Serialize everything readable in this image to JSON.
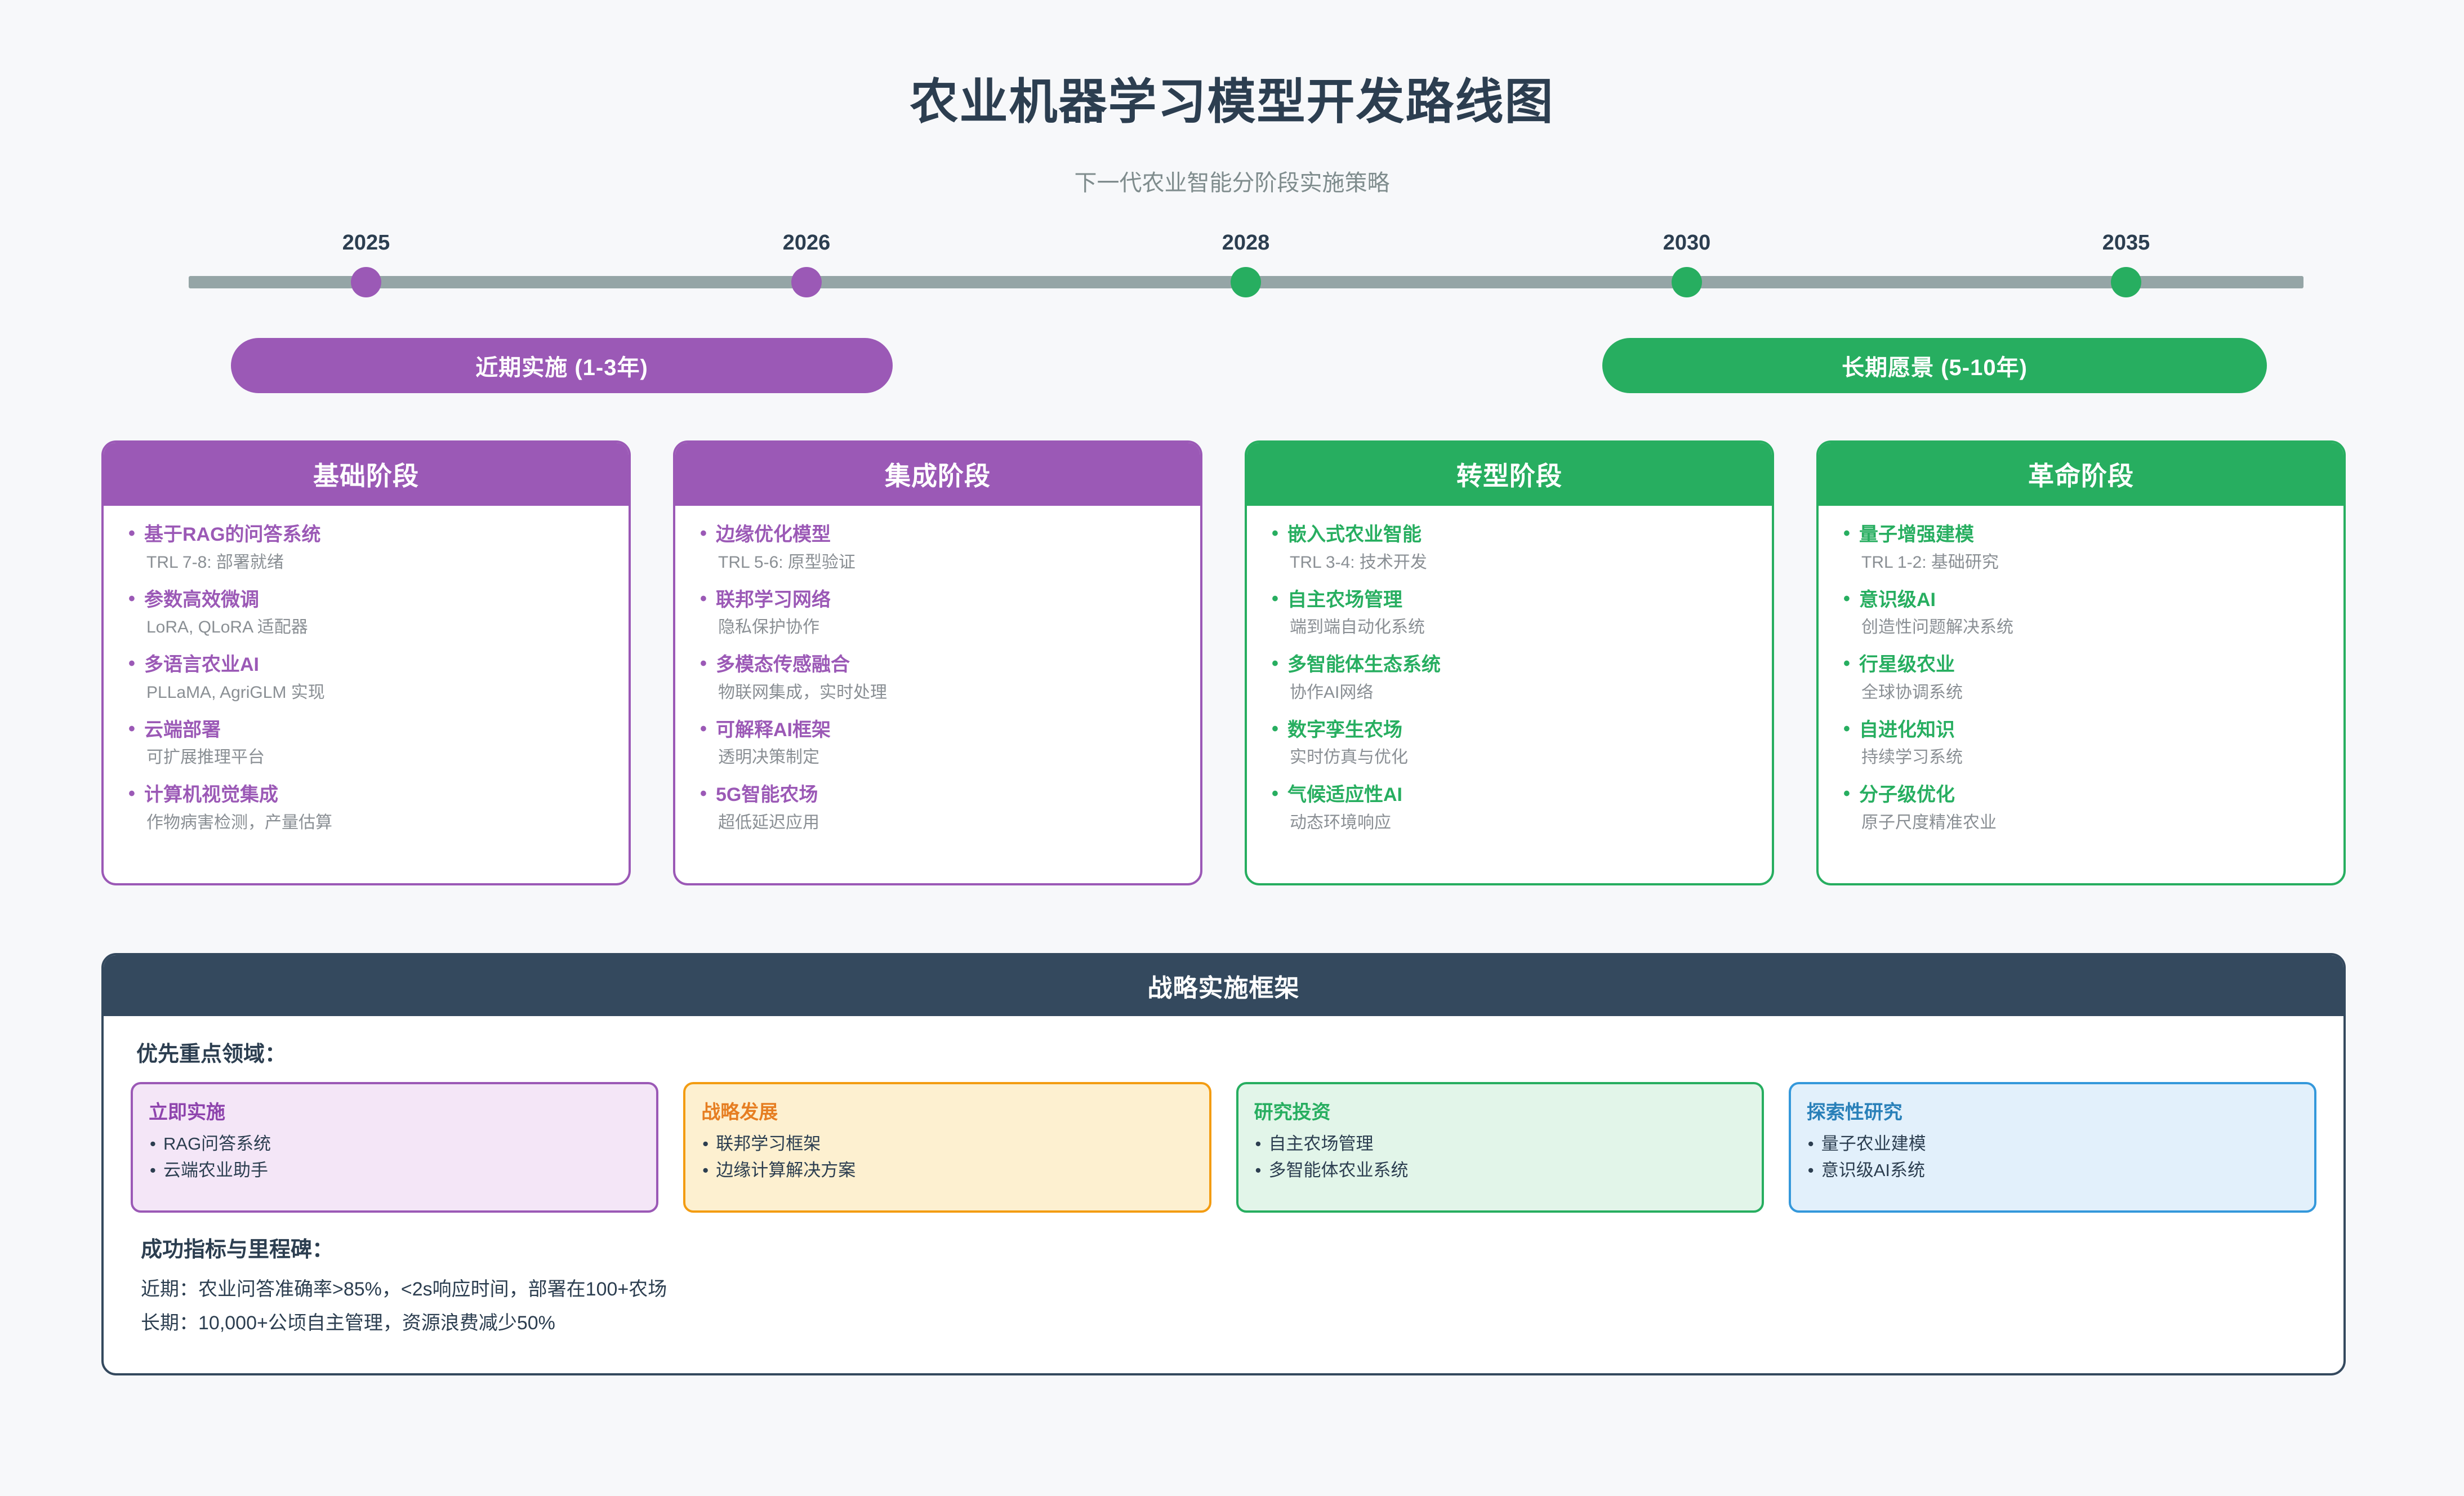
{
  "header": {
    "title": "农业机器学习模型开发路线图",
    "subtitle": "下一代农业智能分阶段实施策略"
  },
  "colors": {
    "purple": "#9b59b6",
    "green": "#27ae60",
    "dark": "#34495e",
    "line": "#95a5a6",
    "background": "#f7f8fa"
  },
  "timeline": {
    "markers": [
      {
        "year": "2025",
        "color": "#9b59b6"
      },
      {
        "year": "2026",
        "color": "#9b59b6"
      },
      {
        "year": "2028",
        "color": "#27ae60"
      },
      {
        "year": "2030",
        "color": "#27ae60"
      },
      {
        "year": "2035",
        "color": "#27ae60"
      }
    ],
    "pills": [
      {
        "label": "近期实施 (1-3年)",
        "color": "#9b59b6"
      },
      {
        "label": "长期愿景 (5-10年)",
        "color": "#27ae60"
      }
    ]
  },
  "phases": [
    {
      "title": "基础阶段",
      "color": "#9b59b6",
      "items": [
        {
          "title": "基于RAG的问答系统",
          "sub": "TRL 7-8: 部署就绪"
        },
        {
          "title": "参数高效微调",
          "sub": "LoRA, QLoRA 适配器"
        },
        {
          "title": "多语言农业AI",
          "sub": "PLLaMA, AgriGLM 实现"
        },
        {
          "title": "云端部署",
          "sub": "可扩展推理平台"
        },
        {
          "title": "计算机视觉集成",
          "sub": "作物病害检测，产量估算"
        }
      ]
    },
    {
      "title": "集成阶段",
      "color": "#9b59b6",
      "items": [
        {
          "title": "边缘优化模型",
          "sub": "TRL 5-6: 原型验证"
        },
        {
          "title": "联邦学习网络",
          "sub": "隐私保护协作"
        },
        {
          "title": "多模态传感融合",
          "sub": "物联网集成，实时处理"
        },
        {
          "title": "可解释AI框架",
          "sub": "透明决策制定"
        },
        {
          "title": "5G智能农场",
          "sub": "超低延迟应用"
        }
      ]
    },
    {
      "title": "转型阶段",
      "color": "#27ae60",
      "items": [
        {
          "title": "嵌入式农业智能",
          "sub": "TRL 3-4: 技术开发"
        },
        {
          "title": "自主农场管理",
          "sub": "端到端自动化系统"
        },
        {
          "title": "多智能体生态系统",
          "sub": "协作AI网络"
        },
        {
          "title": "数字孪生农场",
          "sub": "实时仿真与优化"
        },
        {
          "title": "气候适应性AI",
          "sub": "动态环境响应"
        }
      ]
    },
    {
      "title": "革命阶段",
      "color": "#27ae60",
      "items": [
        {
          "title": "量子增强建模",
          "sub": "TRL 1-2: 基础研究"
        },
        {
          "title": "意识级AI",
          "sub": "创造性问题解决系统"
        },
        {
          "title": "行星级农业",
          "sub": "全球协调系统"
        },
        {
          "title": "自进化知识",
          "sub": "持续学习系统"
        },
        {
          "title": "分子级优化",
          "sub": "原子尺度精准农业"
        }
      ]
    }
  ],
  "framework": {
    "header": "战略实施框架",
    "priority_label": "优先重点领域：",
    "priority_boxes": [
      {
        "title": "立即实施",
        "border": "#9b59b6",
        "fill": "#f4e6f7",
        "title_color": "#8e44ad",
        "items": [
          "RAG问答系统",
          "云端农业助手"
        ]
      },
      {
        "title": "战略发展",
        "border": "#f39c12",
        "fill": "#fdf0d0",
        "title_color": "#e67e22",
        "items": [
          "联邦学习框架",
          "边缘计算解决方案"
        ]
      },
      {
        "title": "研究投资",
        "border": "#27ae60",
        "fill": "#e2f5e9",
        "title_color": "#27ae60",
        "items": [
          "自主农场管理",
          "多智能体农业系统"
        ]
      },
      {
        "title": "探索性研究",
        "border": "#3498db",
        "fill": "#e2f0fb",
        "title_color": "#2980b9",
        "items": [
          "量子农业建模",
          "意识级AI系统"
        ]
      }
    ],
    "metrics_title": "成功指标与里程碑：",
    "metrics_lines": [
      "近期：农业问答准确率>85%，<2s响应时间，部署在100+农场",
      "长期：10,000+公顷自主管理，资源浪费减少50%"
    ]
  }
}
